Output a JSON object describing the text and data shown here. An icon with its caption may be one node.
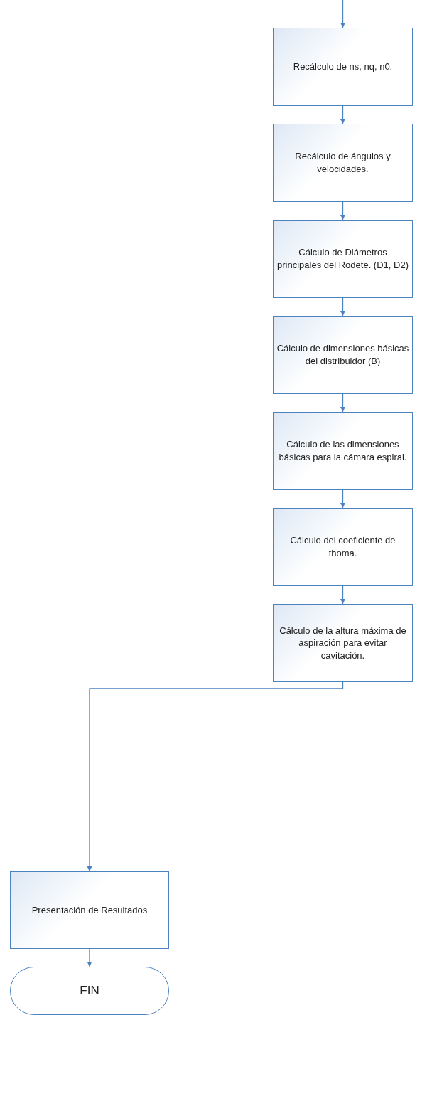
{
  "diagram": {
    "nodes": [
      {
        "text": [
          "Recálculo de ns, nq, n0."
        ]
      },
      {
        "text": [
          "Recálculo de ángulos y velocidades."
        ]
      },
      {
        "text": [
          "Cálculo de Diámetros principales del Rodete. (D1, D2)"
        ]
      },
      {
        "text": [
          "Cálculo de dimensiones básicas del distribuidor (B)"
        ]
      },
      {
        "text": [
          "Cálculo de las dimensiones básicas para la cámara espiral."
        ]
      },
      {
        "text": [
          "Cálculo del coeficiente de thoma."
        ]
      },
      {
        "text": [
          "Cálculo de la altura máxima de aspiración para evitar cavitación."
        ]
      },
      {
        "text": [
          "Presentación de Resultados"
        ]
      },
      {
        "text": [
          "FIN"
        ]
      }
    ],
    "edges": [
      {
        "from": null,
        "to": 0,
        "arrow": "to"
      },
      {
        "from": 0,
        "to": 1,
        "arrow": "to"
      },
      {
        "from": 1,
        "to": 2,
        "arrow": "to"
      },
      {
        "from": 2,
        "to": 3,
        "arrow": "to"
      },
      {
        "from": 3,
        "to": 4,
        "arrow": "to"
      },
      {
        "from": 4,
        "to": 5,
        "arrow": "to"
      },
      {
        "from": 5,
        "to": 6,
        "arrow": "to"
      },
      {
        "from": 6,
        "to": 7,
        "arrow": "to"
      },
      {
        "from": 7,
        "to": 8,
        "arrow": "to"
      }
    ]
  }
}
